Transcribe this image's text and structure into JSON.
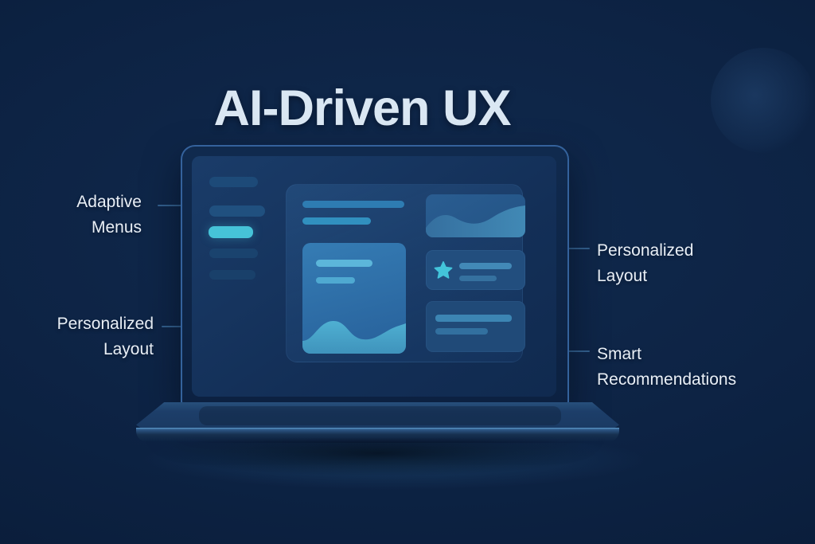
{
  "title": "AI-Driven UX",
  "callouts": {
    "left": [
      {
        "label": "Adaptive Menus"
      },
      {
        "label": "Personalized Layout"
      }
    ],
    "right": [
      {
        "label": "Personalized Layout"
      },
      {
        "label": "Smart Recommendations"
      }
    ]
  },
  "laptop_mockup": {
    "sidebar_menu_items": 5,
    "active_menu_index": 2,
    "cards": [
      "content-wave-card",
      "image-wave-card",
      "rating-card",
      "text-card"
    ],
    "icons": [
      "star-icon"
    ]
  },
  "colors": {
    "background": "#0C2142",
    "title_text": "#DAE7F3",
    "label_text": "#E9EFF6",
    "accent_cyan": "#46C3D8",
    "connector_line": "#33618F",
    "laptop_frame_stroke": "#34629C",
    "screen_fill": "#13305A",
    "bar_blue": "#2E7CB2"
  }
}
